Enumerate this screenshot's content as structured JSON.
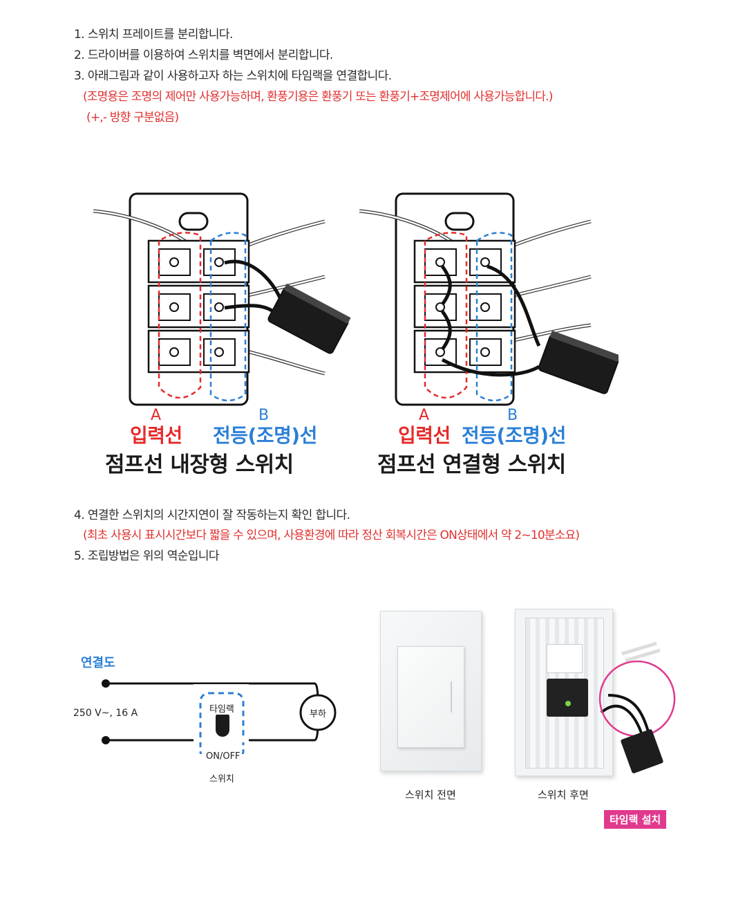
{
  "steps": {
    "s1": "1. 스위치 프레이트를 분리합니다.",
    "s2": "2. 드라이버를 이용하여 스위치를 벽면에서 분리합니다.",
    "s3": "3. 아래그림과 같이 사용하고자 하는 스위치에 타임랙을 연결합니다.",
    "s3_note1": "(조명용은 조명의 제어만 사용가능하며, 환풍기용은 환풍기 또는 환풍기+조명제어에 사용가능합니다.)",
    "s3_note2": "(+,-  방향 구분없음)",
    "s4": "4. 연결한 스위치의 시간지연이 잘 작동하는지 확인 합니다.",
    "s4_note": "(최초 사용시 표시시간보다 짧을 수 있으며, 사용환경에 따라 정산 회복시간은 ON상태에서 약 2~10분소요)",
    "s5": "5. 조립방법은 위의 역순입니다"
  },
  "diagram_left": {
    "letter_a": "A",
    "letter_b": "B",
    "label_a": "입력선",
    "label_b": "전등(조명)선",
    "caption": "점프선 내장형 스위치"
  },
  "diagram_right": {
    "letter_a": "A",
    "letter_b": "B",
    "label_a": "입력선",
    "label_b": "전등(조명)선",
    "caption": "점프선 연결형 스위치"
  },
  "connection": {
    "title": "연결도",
    "voltage": "250 V~, 16 A",
    "timer": "타임랙",
    "onoff": "ON/OFF",
    "switch": "스위치",
    "load": "부하"
  },
  "photos": {
    "front_label": "스위치 전면",
    "back_label": "스위치 후면",
    "install_badge": "타임랙 설치"
  },
  "colors": {
    "red": "#e52a2a",
    "blue": "#2b7fd6",
    "pink": "#e03a8e"
  }
}
